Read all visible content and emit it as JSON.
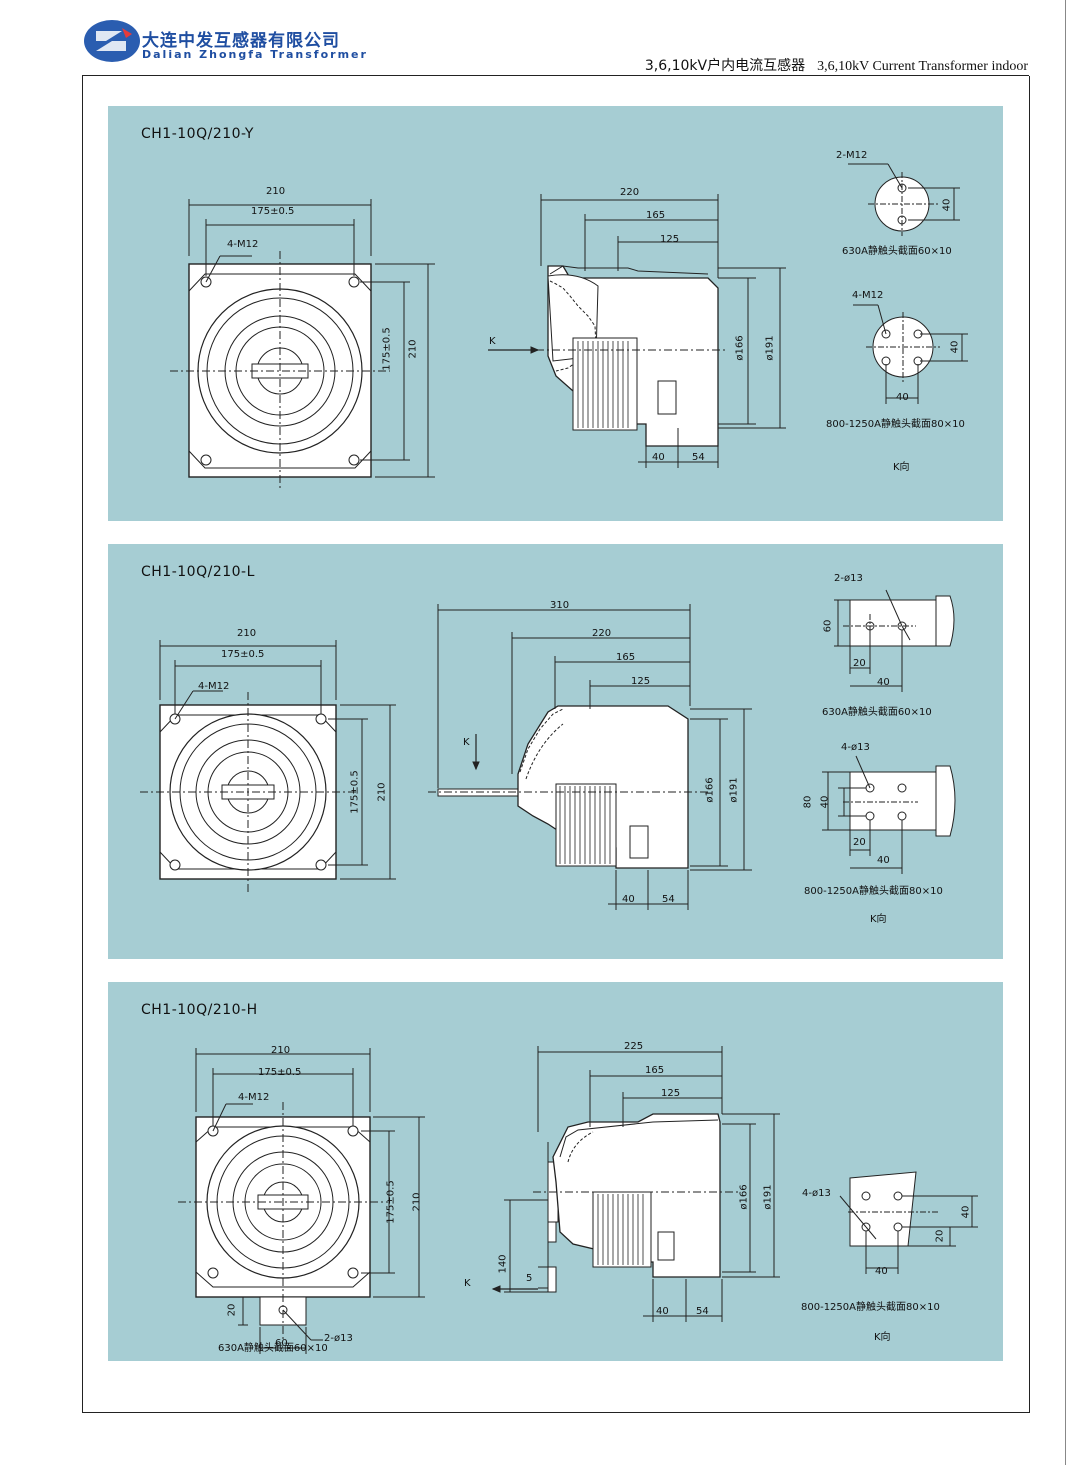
{
  "header": {
    "company_cn": "大连中发互感器有限公司",
    "company_en": "Dalian Zhongfa Transformer",
    "title_cn": "3,6,10kV户内电流互感器",
    "title_en": "3,6,10kV Current Transformer indoor"
  },
  "panels": [
    {
      "model": "CH1-10Q/210-Y",
      "front": {
        "overall_width": "210",
        "hole_spacing": "175±0.5",
        "holes": "4-M12",
        "height": "210",
        "height_holes": "175±0.5"
      },
      "side": {
        "d1": "220",
        "d2": "165",
        "d3": "125",
        "dia_inner": "ø166",
        "dia_outer": "ø191",
        "b1": "40",
        "b2": "54",
        "view": "K"
      },
      "contact_a": {
        "holes": "2-M12",
        "dim": "40",
        "caption": "630A静触头截面60×10"
      },
      "contact_b": {
        "holes": "4-M12",
        "dim_v": "40",
        "dim_h": "40",
        "caption": "800-1250A静触头截面80×10"
      },
      "k_view": "K向"
    },
    {
      "model": "CH1-10Q/210-L",
      "front": {
        "overall_width": "210",
        "hole_spacing": "175±0.5",
        "holes": "4-M12",
        "height": "210",
        "height_holes": "175±0.5"
      },
      "side": {
        "d0": "310",
        "d1": "220",
        "d2": "165",
        "d3": "125",
        "dia_inner": "ø166",
        "dia_outer": "ø191",
        "b1": "40",
        "b2": "54",
        "view": "K"
      },
      "contact_a": {
        "holes": "2-ø13",
        "h": "60",
        "a": "20",
        "b": "40",
        "caption": "630A静触头截面60×10"
      },
      "contact_b": {
        "holes": "4-ø13",
        "h": "80",
        "h2": "40",
        "a": "20",
        "b": "40",
        "caption": "800-1250A静触头截面80×10"
      },
      "k_view": "K向"
    },
    {
      "model": "CH1-10Q/210-H",
      "front": {
        "overall_width": "210",
        "hole_spacing": "175±0.5",
        "holes": "4-M12",
        "height": "210",
        "height_holes": "175±0.5",
        "tab_h": "20",
        "tab_w": "60",
        "tab_holes": "2-ø13",
        "caption": "630A静触头截面60×10"
      },
      "side": {
        "d1": "225",
        "d2": "165",
        "d3": "125",
        "dia_inner": "ø166",
        "dia_outer": "ø191",
        "b1": "40",
        "b2": "54",
        "s1": "140",
        "s2": "5",
        "view": "K"
      },
      "contact_b": {
        "holes": "4-ø13",
        "v1": "40",
        "v2": "20",
        "h": "40",
        "caption": "800-1250A静触头截面80×10"
      },
      "k_view": "K向"
    }
  ]
}
